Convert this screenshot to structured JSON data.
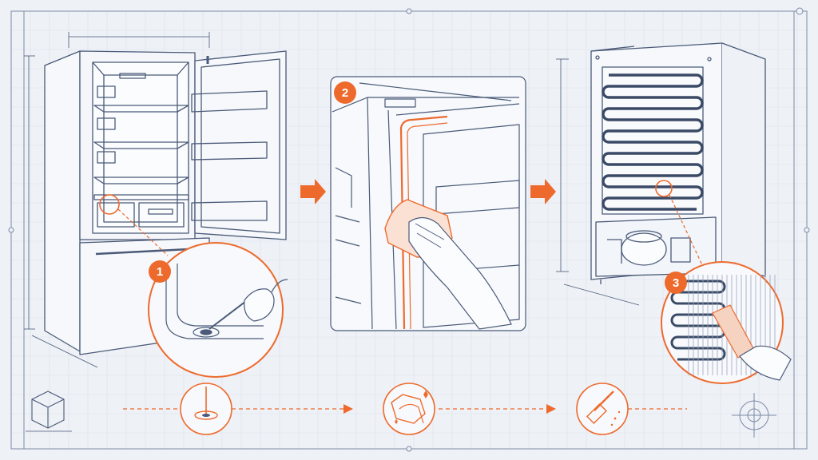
{
  "diagram": {
    "steps": [
      {
        "number": "1",
        "icon": "drain-cleaner-icon"
      },
      {
        "number": "2",
        "icon": "wipe-cloth-icon"
      },
      {
        "number": "3",
        "icon": "coil-brush-icon"
      }
    ],
    "flow_arrows": 4
  },
  "colors": {
    "background": "#eef1f6",
    "grid": "#d9dfe9",
    "line": "#4a5a78",
    "accent": "#ee6a2c",
    "white": "#ffffff"
  }
}
